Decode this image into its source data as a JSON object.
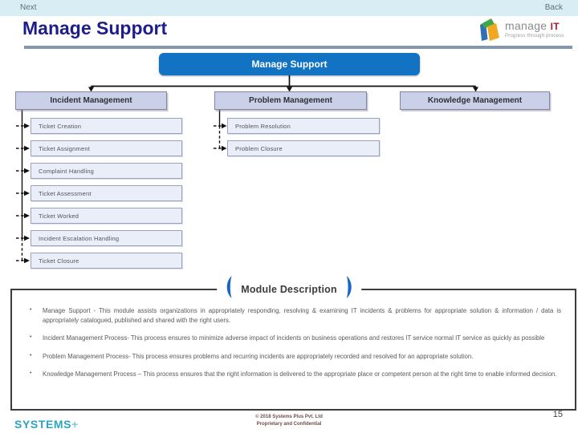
{
  "nav": {
    "next_label": "Next",
    "back_label": "Back"
  },
  "header": {
    "title": "Manage Support"
  },
  "logo": {
    "name": "manage",
    "accent": "IT",
    "tagline": "Progress through process"
  },
  "orgchart": {
    "root": "Manage Support",
    "columns": [
      {
        "header": "Incident Management",
        "items": [
          "Ticket Creation",
          "Ticket Assignment",
          "Complaint Handling",
          "Ticket Assessment",
          "Ticket Worked",
          "Incident Escalation Handling",
          "Ticket Closure"
        ]
      },
      {
        "header": "Problem Management",
        "items": [
          "Problem Resolution",
          "Problem Closure"
        ]
      },
      {
        "header": "Knowledge Management",
        "items": []
      }
    ]
  },
  "module_description": {
    "heading": "Module Description",
    "bullet_glyph": "•",
    "bullets": [
      "Manage Support - This module assists organizations in appropriately responding, resolving & examining IT incidents & problems for appropriate solution & information / data is appropriately catalogued, published and shared with the right users.",
      "Incident Management Process- This process ensures to minimize adverse impact of incidents on business operations and restores IT service normal IT service as quickly as possible",
      "Problem Management Process- This process ensures problems and recurring incidents are appropriately recorded and resolved for an appropriate solution.",
      "Knowledge Management Process – This process ensures that the right information is delivered to the appropriate place or competent person at the right time to enable informed decision."
    ]
  },
  "footer": {
    "brand": "SYSTEMS",
    "brand_plus": "+",
    "copyright_line1": "© 2018 Systems Plus Pvt. Ltd",
    "copyright_line2": "Proprietary and Confidential",
    "page_number": "15"
  },
  "colors": {
    "root_box_blue": "#1273c3",
    "header_fill": "#cbd0e9",
    "child_fill": "#e9eef8",
    "title_navy": "#1d1d8c",
    "rule_steel": "#8496b2",
    "paren_blue": "#1467c8",
    "brand_teal": "#2ba4c4",
    "logo_accent_red": "#a11f30",
    "topbar_cyan": "#d9edf4"
  }
}
